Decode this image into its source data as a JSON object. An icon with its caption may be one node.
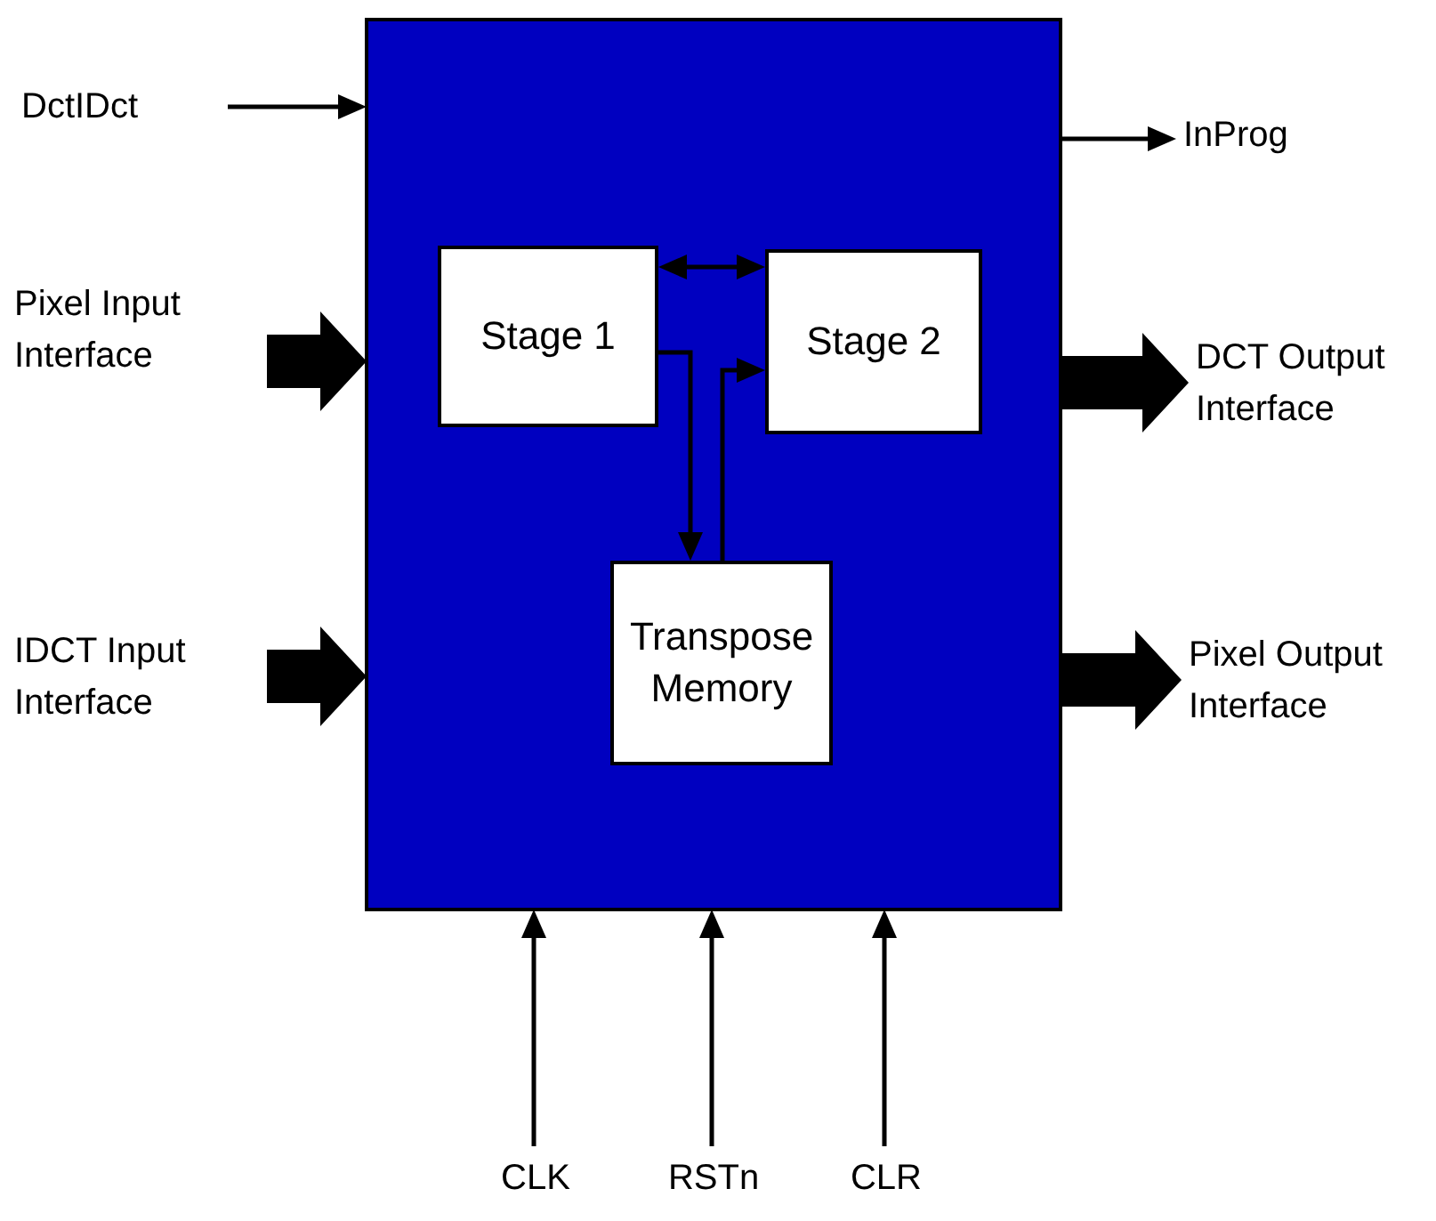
{
  "diagram": {
    "nodes": [
      {
        "text": [],
        "shape": "box"
      },
      {
        "text": [
          "Stage 1"
        ],
        "in": 0
      },
      {
        "text": [
          "Stage 2"
        ],
        "in": 0
      },
      {
        "text": [
          "Transpose Memory"
        ],
        "in": 0
      },
      {
        "text": [
          "DctIDct"
        ]
      },
      {
        "text": [
          "InProg"
        ]
      },
      {
        "text": [
          "Pixel Input Interface"
        ]
      },
      {
        "text": [
          "DCT Output Interface"
        ]
      },
      {
        "text": [
          "IDCT Input Interface"
        ]
      },
      {
        "text": [
          "Pixel Output Interface"
        ]
      },
      {
        "text": [
          "CLK"
        ]
      },
      {
        "text": [
          "RSTn"
        ]
      },
      {
        "text": [
          "CLR"
        ]
      }
    ],
    "edges": [
      {
        "from": 4,
        "to": 0,
        "arrow": "to"
      },
      {
        "from": 0,
        "to": 5,
        "arrow": "to"
      },
      {
        "from": 6,
        "to": 0,
        "arrow": "to",
        "style": "thick"
      },
      {
        "from": 0,
        "to": 7,
        "arrow": "to",
        "style": "thick"
      },
      {
        "from": 8,
        "to": 0,
        "arrow": "to",
        "style": "thick"
      },
      {
        "from": 0,
        "to": 9,
        "arrow": "to",
        "style": "thick"
      },
      {
        "from": 10,
        "to": 0,
        "arrow": "to"
      },
      {
        "from": 11,
        "to": 0,
        "arrow": "to"
      },
      {
        "from": 12,
        "to": 0,
        "arrow": "to"
      },
      {
        "from": 1,
        "to": 2,
        "arrow": "both"
      },
      {
        "from": 1,
        "to": 3,
        "arrow": "to"
      },
      {
        "from": 3,
        "to": 2,
        "arrow": "to"
      }
    ]
  }
}
